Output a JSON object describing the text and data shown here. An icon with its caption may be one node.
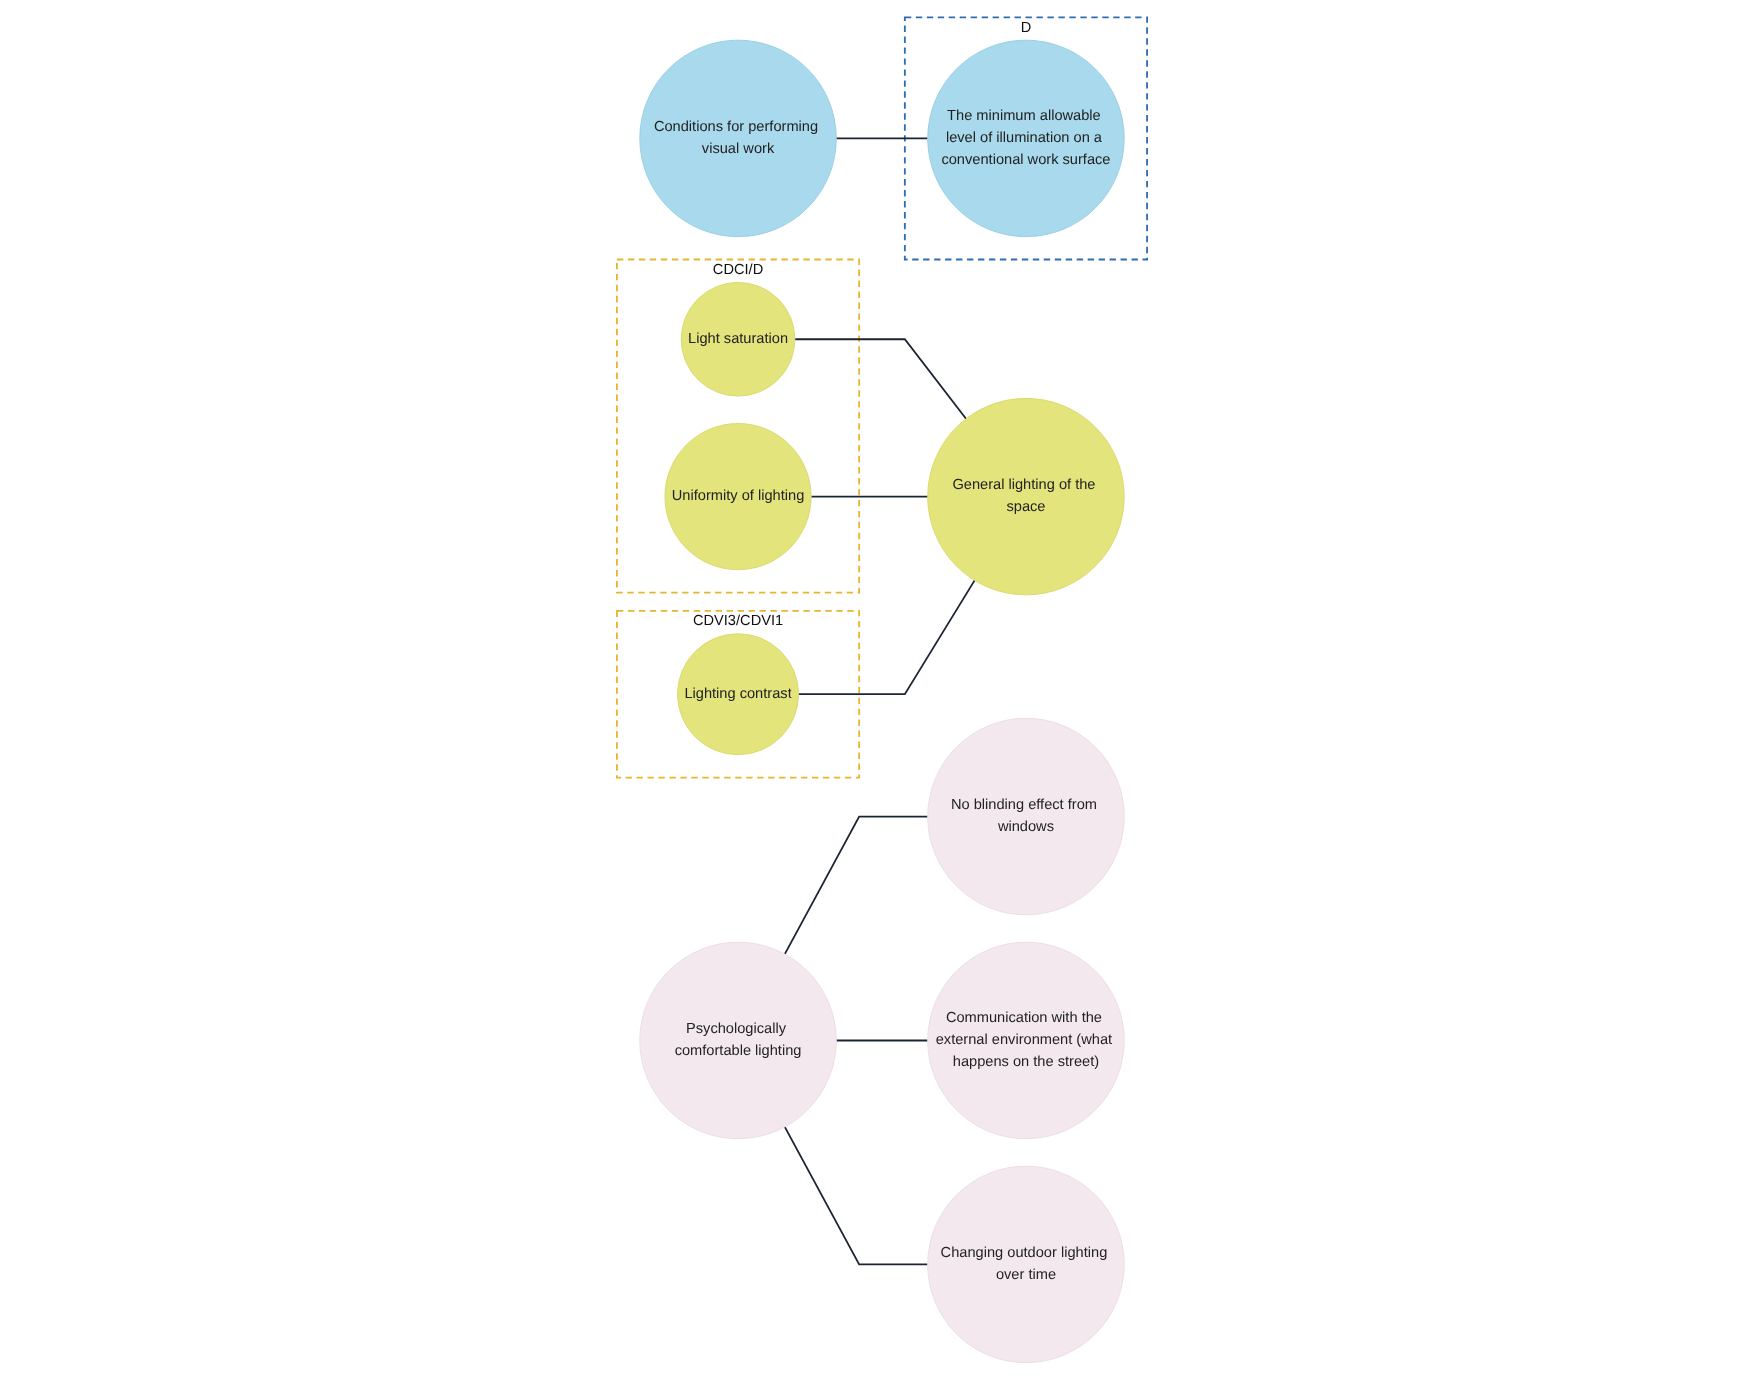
{
  "diagram": {
    "nodes": [
      {
        "text": [
          "CDCI/D"
        ]
      },
      {
        "text": [
          "Light saturation"
        ],
        "in": 0
      },
      {
        "text": [
          "Uniformity of lighting"
        ],
        "in": 0
      },
      {
        "text": [
          "CDVI3/CDVI1"
        ]
      },
      {
        "text": [
          "Lighting contrast"
        ],
        "in": 3
      },
      {
        "text": [
          "D"
        ]
      },
      {
        "text": [
          "The minimum allowable level of illumination on a conventional work surface"
        ],
        "in": 5
      },
      {
        "text": [
          "General lighting of the space"
        ]
      },
      {
        "text": [
          "Conditions for performing visual work"
        ]
      },
      {
        "text": [
          "Psychologically comfortable lighting"
        ]
      },
      {
        "text": [
          "No blinding effect from windows"
        ]
      },
      {
        "text": [
          "Communication with the external environment (what happens on the street)"
        ]
      },
      {
        "text": [
          "Changing outdoor lighting over time"
        ]
      }
    ],
    "edges": [
      {
        "from": 1,
        "to": 7,
        "arrow": "none"
      },
      {
        "from": 2,
        "to": 7,
        "arrow": "none"
      },
      {
        "from": 4,
        "to": 7,
        "arrow": "none"
      },
      {
        "from": 8,
        "to": 6,
        "arrow": "none"
      },
      {
        "from": 9,
        "to": 10,
        "arrow": "none"
      },
      {
        "from": 9,
        "to": 11,
        "arrow": "none"
      },
      {
        "from": 9,
        "to": 12,
        "arrow": "none"
      }
    ]
  }
}
